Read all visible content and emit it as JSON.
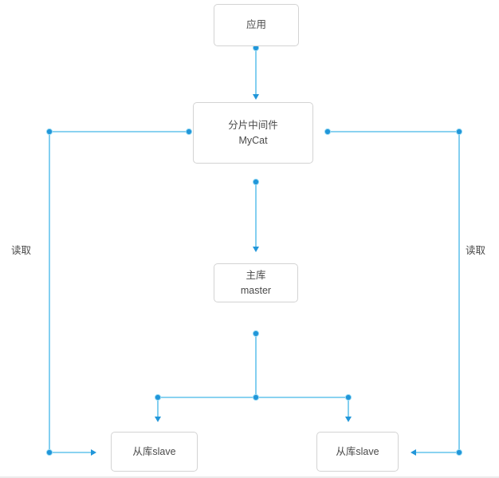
{
  "diagram": {
    "type": "flowchart",
    "nodes": {
      "app": {
        "label": "应用"
      },
      "mycat": {
        "line1": "分片中间件",
        "line2": "MyCat"
      },
      "master": {
        "line1": "主库",
        "line2": "master"
      },
      "slave_left": {
        "label": "从库slave"
      },
      "slave_right": {
        "label": "从库slave"
      }
    },
    "edge_labels": {
      "read_left": "读取",
      "read_right": "读取"
    },
    "edges": [
      {
        "from": "app",
        "to": "mycat",
        "label": ""
      },
      {
        "from": "mycat",
        "to": "master",
        "label": ""
      },
      {
        "from": "master",
        "to": "slave_left",
        "label": ""
      },
      {
        "from": "master",
        "to": "slave_right",
        "label": ""
      },
      {
        "from": "mycat",
        "to": "slave_left",
        "label": "读取"
      },
      {
        "from": "mycat",
        "to": "slave_right",
        "label": "读取"
      }
    ],
    "colors": {
      "connector_line": "#64c3ec",
      "connector_endpoint": "#2196d9",
      "node_border": "#d3d3d3",
      "node_text": "#4a4a4a",
      "background": "#ffffff"
    }
  }
}
